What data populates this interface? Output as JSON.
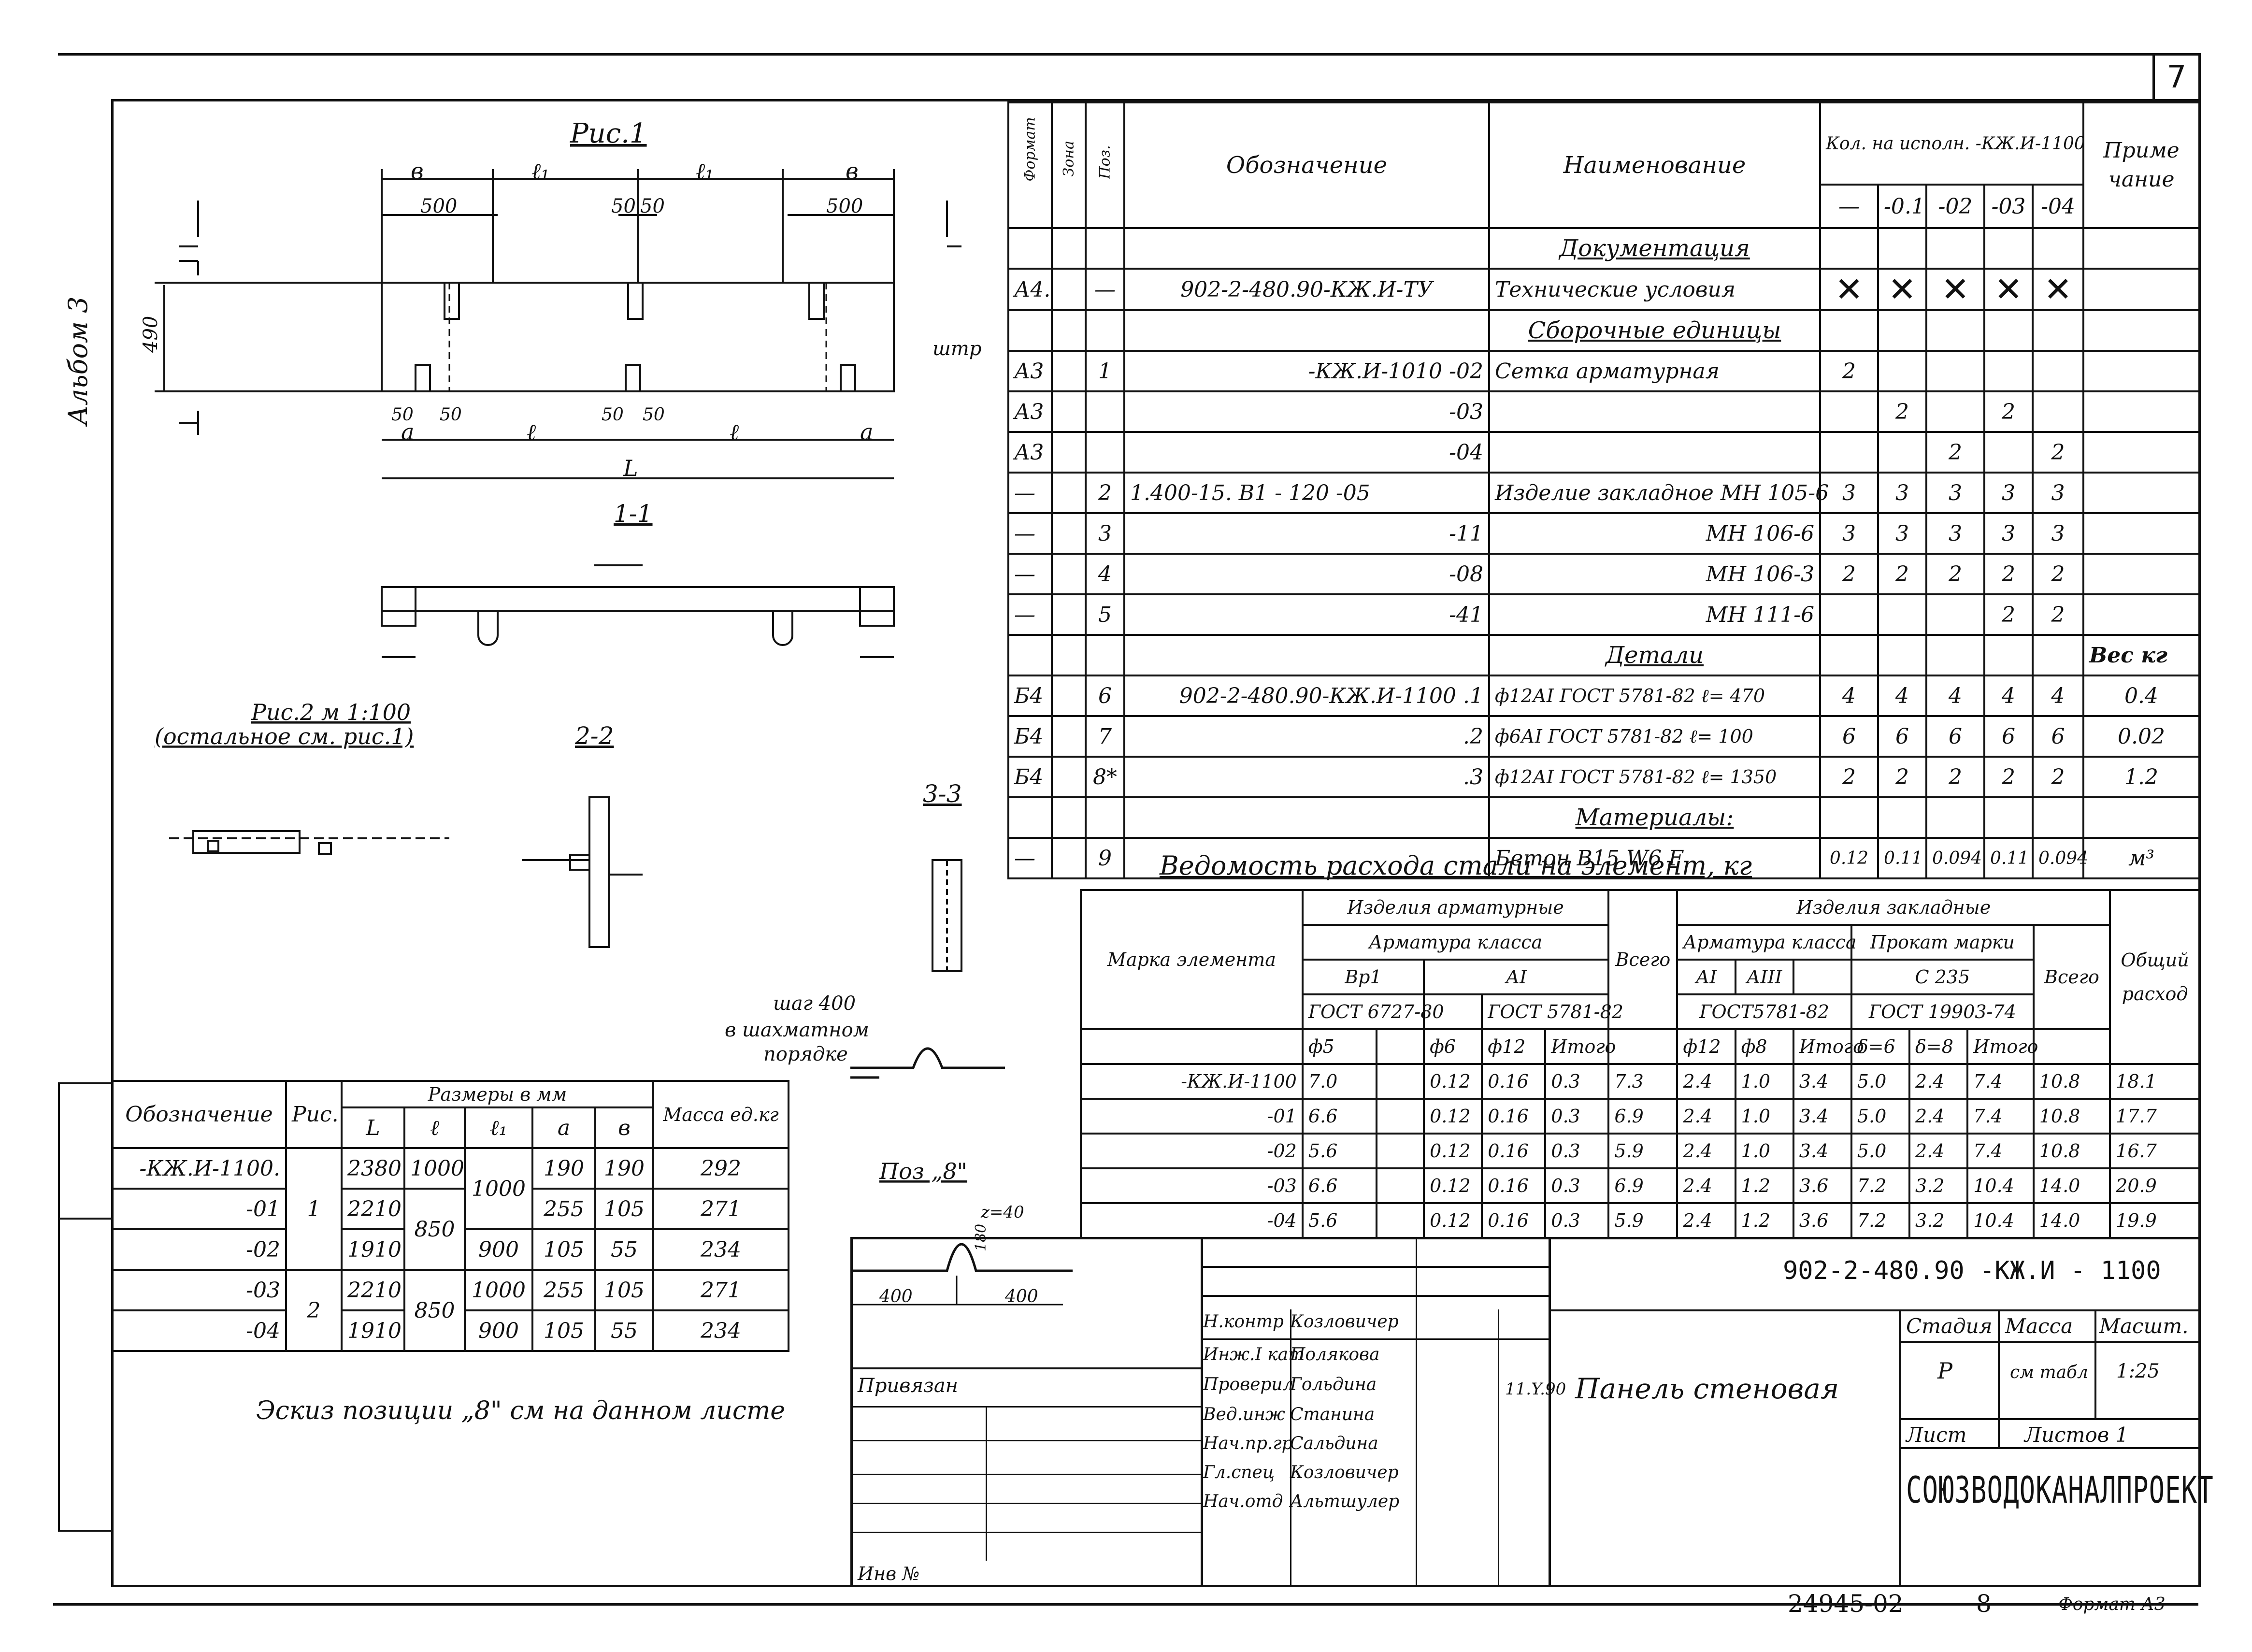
{
  "sheet": {
    "number": "7",
    "album_label": "Альбом 3",
    "code": "902-2-480.90 -КЖ.И - 1100",
    "title": "Панель стеновая",
    "organization": "СОЮЗВОДОКАНАЛПРОЕКТ",
    "inv_bottom": "24945-02",
    "page_bottom": "8",
    "format": "Формат А3",
    "note": "Эскиз позиции „8\" см на данном листе",
    "privyazan": "Привязан",
    "inv_no": "Инв №"
  },
  "drawing_labels": {
    "fig1": "Рис.1",
    "fig2": "Рис.2 м 1:100",
    "fig2_note": "(остальное см. рис.1)",
    "sec11": "1-1",
    "sec22": "2-2",
    "sec33": "3-3",
    "pos8": "Поз „8\"",
    "step": "шаг 400",
    "step2": "в шахматном",
    "step3": "порядке",
    "dims_top": [
      "в",
      "ℓ₁",
      "ℓ₁",
      "в",
      "500",
      "50",
      "50",
      "500"
    ],
    "dims_bottom": [
      "50",
      "50",
      "50",
      "50",
      "а",
      "ℓ",
      "ℓ",
      "а",
      "L"
    ],
    "height_490": "490",
    "pos8_dims": [
      "400",
      "400",
      "z=40",
      "180"
    ],
    "shtr": "штр"
  },
  "spec_table": {
    "headers": {
      "format": "Формат",
      "zone": "Зона",
      "pos": "Поз.",
      "designation": "Обозначение",
      "name": "Наименование",
      "qty": "Кол. на исполн. -КЖ.И-1100",
      "qty_cols": [
        "—",
        "-0.1",
        "-02",
        "-03",
        "-04"
      ],
      "note": "Приме чание"
    },
    "sections": {
      "docs": "Документация",
      "assembly": "Сборочные единицы",
      "parts": "Детали",
      "materials": "Материалы:"
    },
    "rows": [
      {
        "fmt": "А4.",
        "zone": "",
        "pos": "—",
        "des": "902-2-480.90-КЖ.И-ТУ",
        "name": "Технические условия",
        "q": [
          "✕",
          "✕",
          "✕",
          "✕",
          "✕"
        ],
        "note": ""
      },
      {
        "fmt": "А3",
        "zone": "",
        "pos": "1",
        "des": "-КЖ.И-1010 -02",
        "name": "Сетка арматурная",
        "q": [
          "2",
          "",
          "",
          "",
          ""
        ],
        "note": ""
      },
      {
        "fmt": "А3",
        "zone": "",
        "pos": "",
        "des": "-03",
        "name": "",
        "q": [
          "",
          "2",
          "",
          "2",
          ""
        ],
        "note": ""
      },
      {
        "fmt": "А3",
        "zone": "",
        "pos": "",
        "des": "-04",
        "name": "",
        "q": [
          "",
          "",
          "2",
          "",
          "2"
        ],
        "note": ""
      },
      {
        "fmt": "—",
        "zone": "",
        "pos": "2",
        "des": "1.400-15. В1 - 120        -05",
        "name": "Изделие закладное МН 105-6",
        "q": [
          "3",
          "3",
          "3",
          "3",
          "3"
        ],
        "note": ""
      },
      {
        "fmt": "—",
        "zone": "",
        "pos": "3",
        "des": "-11",
        "name": "МН 106-6",
        "q": [
          "3",
          "3",
          "3",
          "3",
          "3"
        ],
        "note": ""
      },
      {
        "fmt": "—",
        "zone": "",
        "pos": "4",
        "des": "-08",
        "name": "МН 106-3",
        "q": [
          "2",
          "2",
          "2",
          "2",
          "2"
        ],
        "note": ""
      },
      {
        "fmt": "—",
        "zone": "",
        "pos": "5",
        "des": "-41",
        "name": "МН 111-6",
        "q": [
          "",
          "",
          "",
          "2",
          "2"
        ],
        "note": ""
      }
    ],
    "weight_label": "Вес кг",
    "parts_rows": [
      {
        "fmt": "Б4",
        "pos": "6",
        "des": "902-2-480.90-КЖ.И-1100  .1",
        "name": "ф12АI  ГОСТ 5781-82  ℓ= 470",
        "q": [
          "4",
          "4",
          "4",
          "4",
          "4"
        ],
        "note": "0.4"
      },
      {
        "fmt": "Б4",
        "pos": "7",
        "des": ".2",
        "name": "ф6АI  ГОСТ 5781-82  ℓ= 100",
        "q": [
          "6",
          "6",
          "6",
          "6",
          "6"
        ],
        "note": "0.02"
      },
      {
        "fmt": "Б4",
        "pos": "8*",
        "des": ".3",
        "name": "ф12АI  ГОСТ 5781-82  ℓ= 1350",
        "q": [
          "2",
          "2",
          "2",
          "2",
          "2"
        ],
        "note": "1.2"
      }
    ],
    "material_row": {
      "fmt": "—",
      "pos": "9",
      "name": "Бетон  В15  W6  F",
      "q": [
        "0.12",
        "0.11",
        "0.094",
        "0.11",
        "0.094"
      ],
      "note": "м³"
    }
  },
  "steel_table": {
    "title": "Ведомость  расхода  стали  на  элемент,  кг",
    "h_mark": "Марка элемента",
    "h_arm": "Изделия арматурные",
    "h_arm_class": "Арматура класса",
    "h_bp1": "Вр1",
    "h_ai": "АI",
    "h_gost6727": "ГОСТ 6727-80",
    "h_gost5781": "ГОСТ 5781-82",
    "h_emb": "Изделия закладные",
    "h_emb_class": "Арматура класса",
    "h_prokat": "Прокат марки",
    "h_c235": "С 235",
    "h_emb_ai": "АI",
    "h_emb_aiii": "АIII",
    "h_gost5781b": "ГОСТ5781-82",
    "h_gost19903": "ГОСТ 19903-74",
    "h_total": "Всего",
    "h_overall": "Общий расход",
    "sub": [
      "ф5",
      "",
      "ф6",
      "ф12",
      "Итого",
      "ф12",
      "ф8",
      "Итого",
      "δ=6",
      "δ=8",
      "Итого"
    ],
    "rows": [
      {
        "m": "-КЖ.И-1100",
        "v": [
          "7.0",
          "",
          "0.12",
          "0.16",
          "0.3",
          "7.3",
          "2.4",
          "1.0",
          "3.4",
          "5.0",
          "2.4",
          "7.4",
          "10.8",
          "18.1"
        ]
      },
      {
        "m": "-01",
        "v": [
          "6.6",
          "",
          "0.12",
          "0.16",
          "0.3",
          "6.9",
          "2.4",
          "1.0",
          "3.4",
          "5.0",
          "2.4",
          "7.4",
          "10.8",
          "17.7"
        ]
      },
      {
        "m": "-02",
        "v": [
          "5.6",
          "",
          "0.12",
          "0.16",
          "0.3",
          "5.9",
          "2.4",
          "1.0",
          "3.4",
          "5.0",
          "2.4",
          "7.4",
          "10.8",
          "16.7"
        ]
      },
      {
        "m": "-03",
        "v": [
          "6.6",
          "",
          "0.12",
          "0.16",
          "0.3",
          "6.9",
          "2.4",
          "1.2",
          "3.6",
          "7.2",
          "3.2",
          "10.4",
          "14.0",
          "20.9"
        ]
      },
      {
        "m": "-04",
        "v": [
          "5.6",
          "",
          "0.12",
          "0.16",
          "0.3",
          "5.9",
          "2.4",
          "1.2",
          "3.6",
          "7.2",
          "3.2",
          "10.4",
          "14.0",
          "19.9"
        ]
      }
    ]
  },
  "size_table": {
    "h_des": "Обозначение",
    "h_fig": "Рис.",
    "h_sizes": "Размеры в мм",
    "h_mass": "Масса ед.кг",
    "cols": [
      "L",
      "ℓ",
      "ℓ₁",
      "а",
      "в"
    ],
    "rows": [
      {
        "d": "-КЖ.И-1100.",
        "f": "",
        "L": "2380",
        "l": "1000",
        "l1": "",
        "a": "190",
        "b": "190",
        "m": "292"
      },
      {
        "d": "-01",
        "f": "1",
        "L": "2210",
        "l": "850",
        "l1": "1000",
        "a": "255",
        "b": "105",
        "m": "271"
      },
      {
        "d": "-02",
        "f": "",
        "L": "1910",
        "l": "",
        "l1": "900",
        "a": "105",
        "b": "55",
        "m": "234"
      },
      {
        "d": "-03",
        "f": "2",
        "L": "2210",
        "l": "850",
        "l1": "1000",
        "a": "255",
        "b": "105",
        "m": "271"
      },
      {
        "d": "-04",
        "f": "",
        "L": "1910",
        "l": "",
        "l1": "900",
        "a": "105",
        "b": "55",
        "m": "234"
      }
    ]
  },
  "title_block": {
    "roles": [
      "Н.контр",
      "Инж.I кат",
      "Проверил",
      "Вед.инж",
      "Нач.пр.гр",
      "Гл.спец",
      "Нач.отд"
    ],
    "names": [
      "Козловичер",
      "Полякова",
      "Гольдина",
      "Станина",
      "Сальдина",
      "Козловичер",
      "Альтшулер"
    ],
    "date": "11.Y.90",
    "h_stage": "Стадия",
    "h_mass": "Масса",
    "h_scale": "Масшт.",
    "stage": "Р",
    "mass": "см табл",
    "scale": "1:25",
    "h_sheet": "Лист",
    "h_sheets": "Листов 1"
  }
}
